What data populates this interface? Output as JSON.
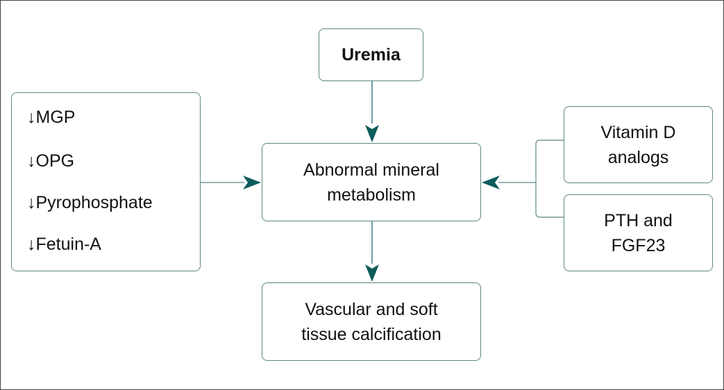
{
  "diagram": {
    "nodes": {
      "uremia": {
        "label": "Uremia"
      },
      "abnormal": {
        "lines": [
          "Abnormal mineral",
          "metabolism"
        ]
      },
      "vascular": {
        "lines": [
          "Vascular and soft",
          "tissue calcification"
        ]
      },
      "inhibitors": {
        "items": [
          "↓MGP",
          "↓OPG",
          "↓Pyrophosphate",
          "↓Fetuin-A"
        ]
      },
      "vitamin_d": {
        "lines": [
          "Vitamin D",
          "analogs"
        ]
      },
      "pth": {
        "lines": [
          "PTH and",
          "FGF23"
        ]
      }
    },
    "edges": [
      {
        "from": "uremia",
        "to": "abnormal"
      },
      {
        "from": "inhibitors",
        "to": "abnormal"
      },
      {
        "from": "vitamin_d",
        "to": "abnormal"
      },
      {
        "from": "pth",
        "to": "abnormal"
      },
      {
        "from": "abnormal",
        "to": "vascular"
      }
    ],
    "colors": {
      "arrow": "#0d5c5c",
      "box_border": "#5d8585"
    }
  }
}
